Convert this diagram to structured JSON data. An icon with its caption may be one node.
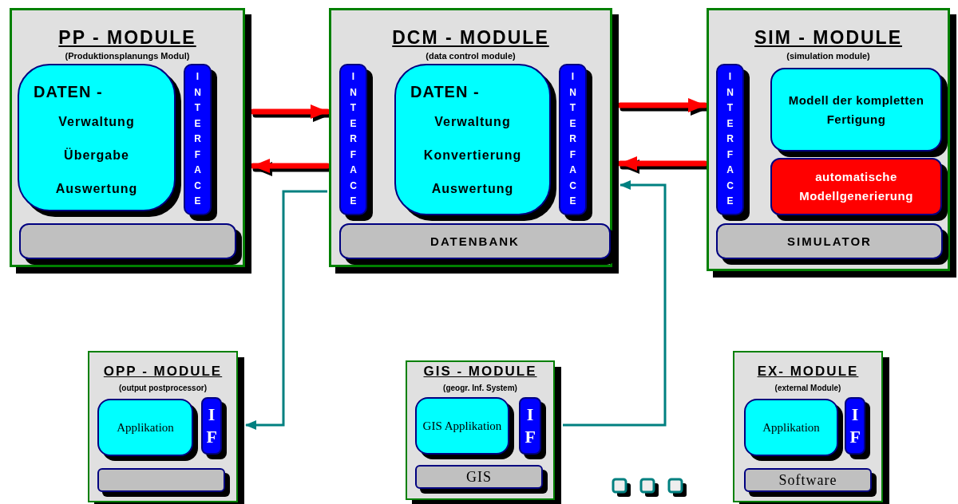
{
  "diagram": {
    "nodes": [
      {
        "text": [
          "PP - MODULE",
          "(Produktionsplanungs Modul)"
        ]
      },
      {
        "text": [
          "DATEN -",
          "Verwaltung",
          "Übergabe",
          "Auswertung"
        ],
        "in": 0
      },
      {
        "text": [
          "INTERFACE"
        ],
        "in": 0
      },
      {
        "text": [],
        "shape": "box",
        "in": 0
      },
      {
        "text": [
          "DCM - MODULE",
          "(data control module)"
        ]
      },
      {
        "text": [
          "INTERFACE"
        ],
        "in": 4
      },
      {
        "text": [
          "DATEN -",
          "Verwaltung",
          "Konvertierung",
          "Auswertung"
        ],
        "in": 4
      },
      {
        "text": [
          "INTERFACE"
        ],
        "in": 4
      },
      {
        "text": [
          "DATENBANK"
        ],
        "in": 4
      },
      {
        "text": [
          "SIM - MODULE",
          "(simulation module)"
        ]
      },
      {
        "text": [
          "INTERFACE"
        ],
        "in": 9
      },
      {
        "text": [
          "Modell der kompletten Fertigung"
        ],
        "in": 9
      },
      {
        "text": [
          "automatische Modellgenerierung"
        ],
        "in": 9
      },
      {
        "text": [
          "SIMULATOR"
        ],
        "in": 9
      },
      {
        "text": [
          "OPP - MODULE",
          "(output postprocessor)"
        ]
      },
      {
        "text": [
          "Applikation"
        ],
        "in": 14
      },
      {
        "text": [
          "IF"
        ],
        "in": 14
      },
      {
        "text": [],
        "shape": "box",
        "in": 14
      },
      {
        "text": [
          "GIS - MODULE",
          "(geogr. Inf. System)"
        ]
      },
      {
        "text": [
          "GIS Applikation"
        ],
        "in": 18
      },
      {
        "text": [
          "IF"
        ],
        "in": 18
      },
      {
        "text": [
          "GIS"
        ],
        "in": 18
      },
      {
        "text": [
          "EX- MODULE",
          "(external Module)"
        ]
      },
      {
        "text": [
          "Applikation"
        ],
        "in": 22
      },
      {
        "text": [
          "IF"
        ],
        "in": 22
      },
      {
        "text": [
          "Software"
        ],
        "in": 22
      }
    ],
    "edges": [
      {
        "from": 0,
        "to": 4,
        "arrow": "to"
      },
      {
        "from": 4,
        "to": 0,
        "arrow": "to"
      },
      {
        "from": 4,
        "to": 9,
        "arrow": "to"
      },
      {
        "from": 9,
        "to": 4,
        "arrow": "to"
      },
      {
        "from": 4,
        "to": 14,
        "arrow": "to",
        "color": "#008080"
      },
      {
        "from": 18,
        "to": 4,
        "arrow": "to",
        "color": "#008080"
      }
    ]
  }
}
